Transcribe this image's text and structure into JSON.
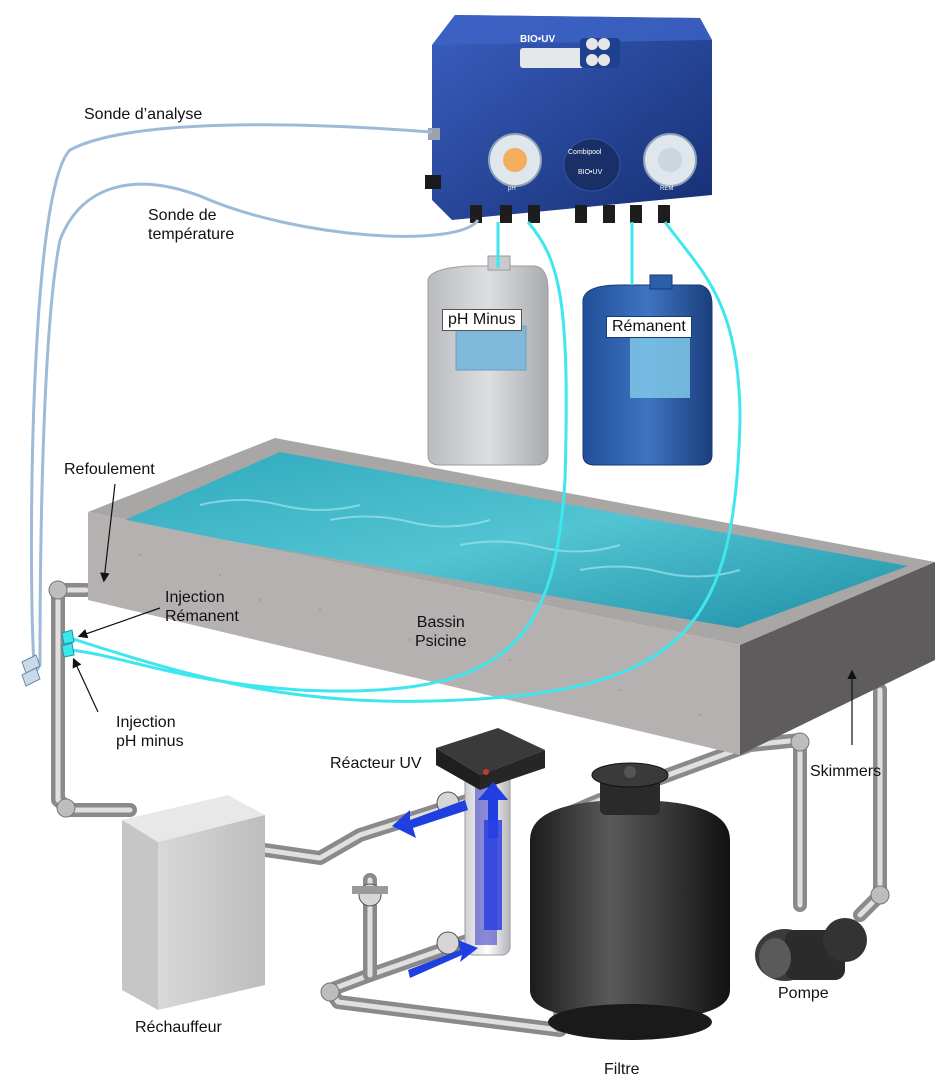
{
  "labels": {
    "sonde_analyse": "Sonde d’analyse",
    "sonde_temp_1": "Sonde de",
    "sonde_temp_2": "température",
    "refoulement": "Refoulement",
    "injection_remanent_1": "Injection",
    "injection_remanent_2": "Rémanent",
    "injection_ph_1": "Injection",
    "injection_ph_2": "pH minus",
    "bassin_1": "Bassin",
    "bassin_2": "Psicine",
    "reacteur": "Réacteur UV",
    "skimmers": "Skimmers",
    "rechauffeur": "Réchauffeur",
    "pompe": "Pompe",
    "filtre": "Filtre"
  },
  "containers": {
    "ph_minus": "pH Minus",
    "remanent": "Rémanent"
  },
  "device": {
    "brand": "BIO•UV",
    "model": "Combipool",
    "pump_left": "pH",
    "pump_right": "REM"
  },
  "colors": {
    "hose_cyan": "#3ee6ee",
    "probe_cable": "#9dbbd8",
    "controller_blue": "#1f3f8f",
    "water": "#2aa3b8",
    "flow_arrow": "#1f3fe0"
  }
}
